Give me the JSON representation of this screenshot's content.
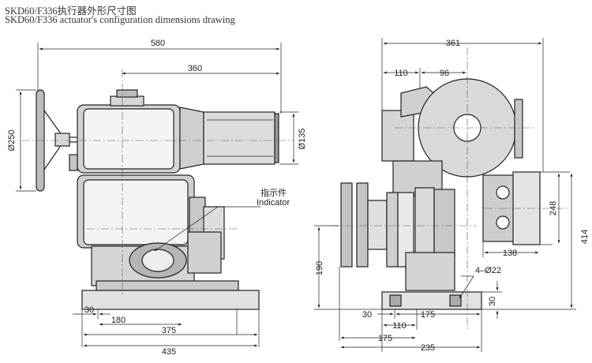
{
  "title": {
    "chinese": "SKD60/F336执行器外形尺寸图",
    "english": "SKD60/F336 actuator's configuration dimensions drawing"
  },
  "front_view": {
    "dim_580": "580",
    "dim_360": "360",
    "dim_dia_250": "Ø250",
    "dim_dia_135": "Ø135",
    "dim_30": "30",
    "dim_180": "180",
    "dim_375": "375",
    "dim_435": "435",
    "indicator_cn": "指示件",
    "indicator_en": "Indicator"
  },
  "side_view": {
    "dim_361": "361",
    "dim_110_top": "110",
    "dim_96": "96",
    "dim_248": "248",
    "dim_414": "414",
    "dim_138": "138",
    "dim_190": "190",
    "holes": "4–Ø22",
    "dim_30_base": "30",
    "dim_30_left": "30",
    "dim_175_upper": "175",
    "dim_110_bottom": "110",
    "dim_175_lower": "175",
    "dim_235": "235"
  }
}
